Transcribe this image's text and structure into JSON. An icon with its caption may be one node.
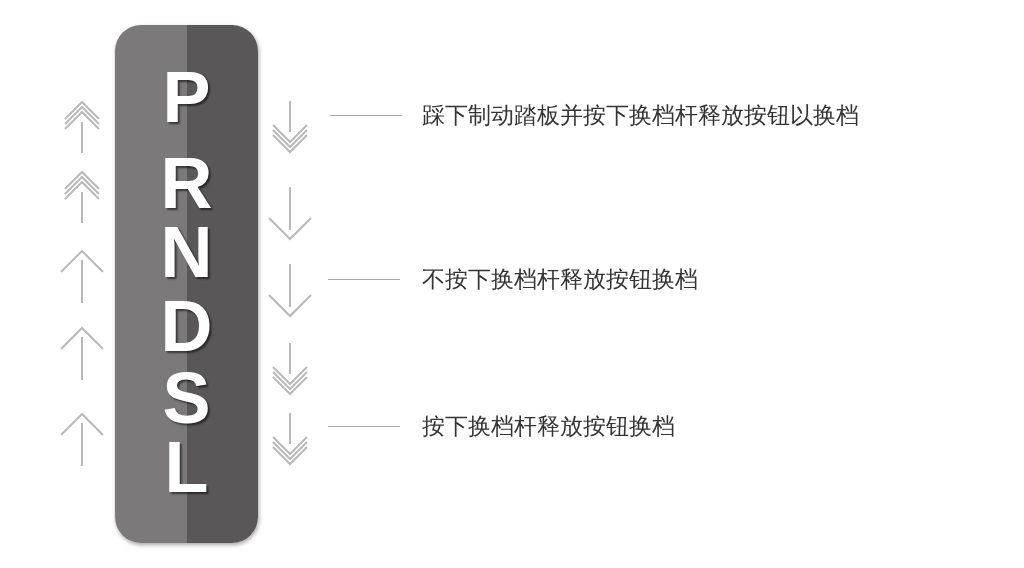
{
  "diagram": {
    "nodes": [
      {
        "text": [
          "P",
          "R",
          "N",
          "D",
          "S",
          "L"
        ]
      }
    ],
    "labels": [
      "踩下制动踏板并按下换档杆释放按钮以换档",
      "不按下换档杆释放按钮换档",
      "按下换档杆释放按钮换档"
    ]
  }
}
